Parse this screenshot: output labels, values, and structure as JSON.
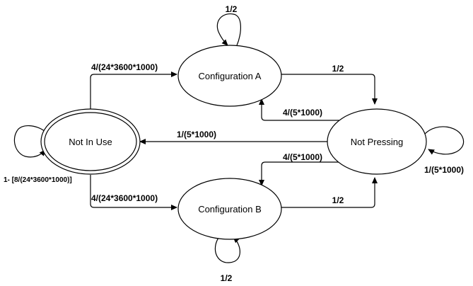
{
  "states": {
    "not_in_use": "Not In Use",
    "config_a": "Configuration A",
    "config_b": "Configuration B",
    "not_pressing": "Not Pressing"
  },
  "transitions": {
    "a_self": "1/2",
    "b_self": "1/2",
    "nu_to_a": "4/(24*3600*1000)",
    "nu_to_b": "4/(24*3600*1000)",
    "nu_self": "1- [8/(24*3600*1000)]",
    "a_to_np": "1/2",
    "np_to_a": "4/(5*1000)",
    "np_to_nu": "1/(5*1000)",
    "np_to_b": "4/(5*1000)",
    "b_to_np": "1/2",
    "np_self": "1/(5*1000)"
  }
}
